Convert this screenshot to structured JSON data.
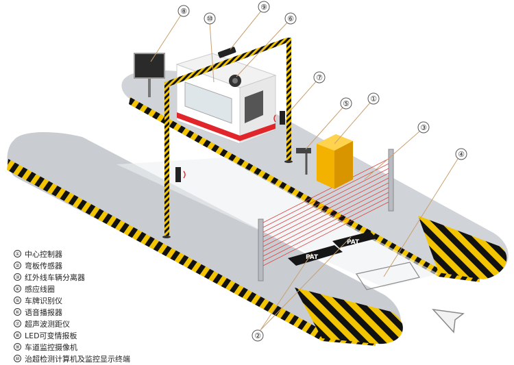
{
  "callouts": [
    "①",
    "②",
    "③",
    "④",
    "⑤",
    "⑥",
    "⑦",
    "⑧",
    "⑨",
    "⑩"
  ],
  "lane_marking": "PAT",
  "legend": [
    {
      "num": "①",
      "text": "中心控制器"
    },
    {
      "num": "②",
      "text": "弯板传感器"
    },
    {
      "num": "③",
      "text": "红外线车辆分离器"
    },
    {
      "num": "④",
      "text": "感应线圈"
    },
    {
      "num": "⑤",
      "text": "车牌识别仪"
    },
    {
      "num": "⑥",
      "text": "语音播报器"
    },
    {
      "num": "⑦",
      "text": "超声波测距仪"
    },
    {
      "num": "⑧",
      "text": "LED可变情报板"
    },
    {
      "num": "⑨",
      "text": "车道监控摄像机"
    },
    {
      "num": "⑩",
      "text": "治超检测计算机及监控显示终端"
    }
  ],
  "colors": {
    "hazard_yellow": "#f2c500",
    "hazard_black": "#111111",
    "island": "#c9cdd2",
    "booth_red": "#e0262b",
    "cabinet": "#f3b200"
  }
}
